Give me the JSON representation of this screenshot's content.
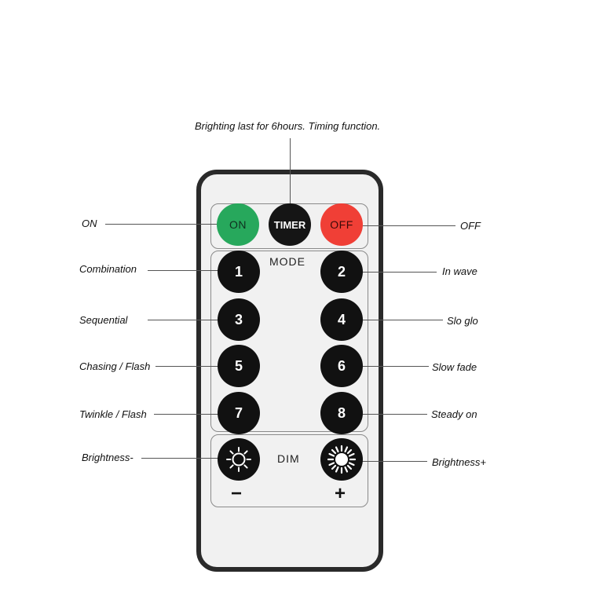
{
  "annotations": {
    "timer": "Brighting last for 6hours. Timing function.",
    "on": "ON",
    "off": "OFF",
    "b1": "Combination",
    "b2": "In wave",
    "b3": "Sequential",
    "b4": "Slo glo",
    "b5": "Chasing / Flash",
    "b6": "Slow fade",
    "b7": "Twinkle / Flash",
    "b8": "Steady on",
    "dim_minus": "Brightness-",
    "dim_plus": "Brightness+"
  },
  "remote": {
    "on_label": "ON",
    "timer_label": "TIMER",
    "off_label": "OFF",
    "mode_label": "MODE",
    "dim_label": "DIM",
    "minus_sign": "−",
    "plus_sign": "+",
    "buttons": [
      "1",
      "2",
      "3",
      "4",
      "5",
      "6",
      "7",
      "8"
    ],
    "colors": {
      "on": "#27a85c",
      "off": "#f03f36",
      "button": "#111111",
      "body": "#f1f1f1",
      "frame": "#2a2a2a"
    },
    "icons": {
      "dim_minus": "sun-outline-icon",
      "dim_plus": "sun-filled-icon"
    }
  }
}
